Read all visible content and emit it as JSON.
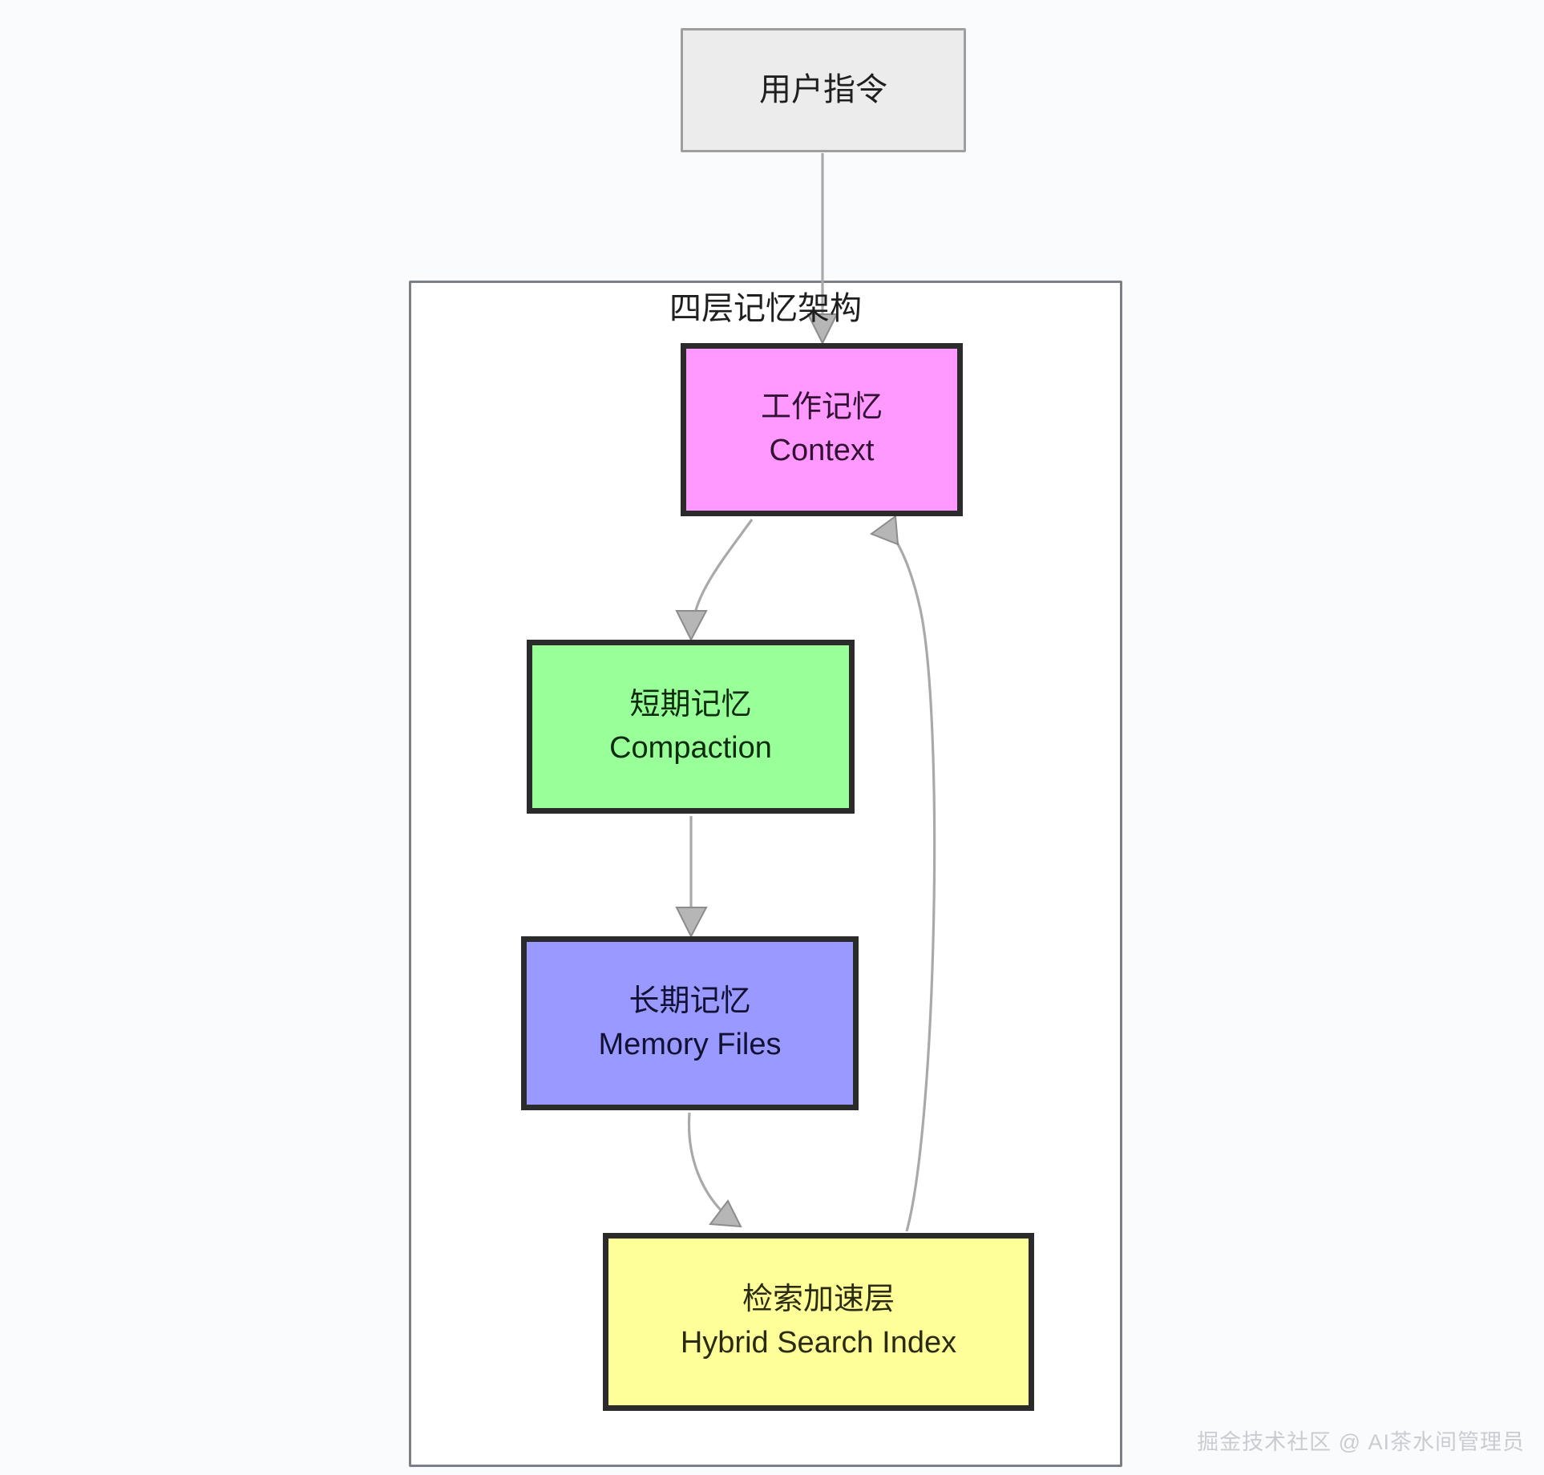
{
  "diagram": {
    "title": "四层记忆架构",
    "type": "flowchart",
    "direction": "top-to-bottom",
    "background_color": "#fafbfc"
  },
  "nodes": {
    "user_command": {
      "label": "用户指令",
      "fill": "#ececec",
      "stroke": "#9e9e9e"
    },
    "working_memory": {
      "line1": "工作记忆",
      "line2": "Context",
      "fill": "#ff99ff",
      "stroke": "#2b2b2b"
    },
    "short_term_memory": {
      "line1": "短期记忆",
      "line2": "Compaction",
      "fill": "#99ff99",
      "stroke": "#2b2b2b"
    },
    "long_term_memory": {
      "line1": "长期记忆",
      "line2": "Memory Files",
      "fill": "#9999ff",
      "stroke": "#2b2b2b"
    },
    "retrieval_layer": {
      "line1": "检索加速层",
      "line2": "Hybrid Search Index",
      "fill": "#ffff99",
      "stroke": "#2b2b2b"
    }
  },
  "subgraph": {
    "title": "四层记忆架构",
    "fill": "#ffffff",
    "stroke": "#7b7f86"
  },
  "edges": [
    {
      "from": "user_command",
      "to": "working_memory",
      "label": ""
    },
    {
      "from": "working_memory",
      "to": "short_term_memory",
      "label": ""
    },
    {
      "from": "short_term_memory",
      "to": "long_term_memory",
      "label": ""
    },
    {
      "from": "long_term_memory",
      "to": "retrieval_layer",
      "label": ""
    },
    {
      "from": "retrieval_layer",
      "to": "working_memory",
      "label": ""
    }
  ],
  "edge_style": {
    "stroke": "#a9a9a9",
    "arrow_fill": "#b6b6b6"
  },
  "watermark": {
    "text": "掘金技术社区 @ AI茶水间管理员",
    "color": "#c9cdd2"
  }
}
